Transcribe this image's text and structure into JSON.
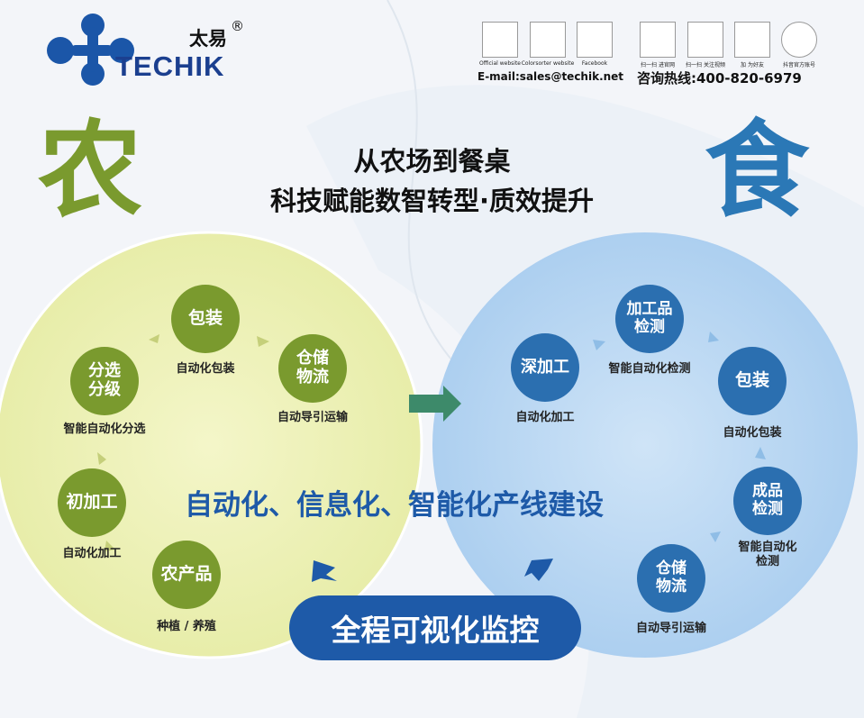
{
  "brand": {
    "name_cn": "太易",
    "name_en": "TECHIK",
    "registered": "®"
  },
  "qr_codes": [
    {
      "label": "Official website"
    },
    {
      "label": "Colorsorter website"
    },
    {
      "label": "Facebook"
    },
    {
      "label": "扫一扫 进官网"
    },
    {
      "label": "扫一扫 关注视频"
    },
    {
      "label": "加 为好友"
    },
    {
      "label": "抖音官方账号"
    }
  ],
  "contact": {
    "email": "E-mail:sales@techik.net",
    "hotline": "咨询热线:400-820-6979"
  },
  "big_chars": {
    "left": "农",
    "right": "食"
  },
  "headline": {
    "line1": "从农场到餐桌",
    "line2": "科技赋能数智转型·质效提升"
  },
  "farm_cycle": [
    {
      "title": "农产品",
      "label": "种植 / 养殖"
    },
    {
      "title": "初加工",
      "label": "自动化加工"
    },
    {
      "title": "分选\n分级",
      "label": "智能自动化分选"
    },
    {
      "title": "包装",
      "label": "自动化包装"
    },
    {
      "title": "仓储\n物流",
      "label": "自动导引运输"
    }
  ],
  "food_cycle": [
    {
      "title": "深加工",
      "label": "自动化加工"
    },
    {
      "title": "加工品\n检测",
      "label": "智能自动化检测"
    },
    {
      "title": "包装",
      "label": "自动化包装"
    },
    {
      "title": "成品\n检测",
      "label": "智能自动化\n检测"
    },
    {
      "title": "仓储\n物流",
      "label": "自动导引运输"
    }
  ],
  "center_text": "自动化、信息化、智能化产线建设",
  "monitor_pill": "全程可视化监控",
  "colors": {
    "green": "#7a9a2e",
    "blue": "#2b6fb0",
    "navy": "#1e5aa8",
    "yellow_circle": "#eef2b6",
    "blue_circle": "#b9d8f2"
  }
}
